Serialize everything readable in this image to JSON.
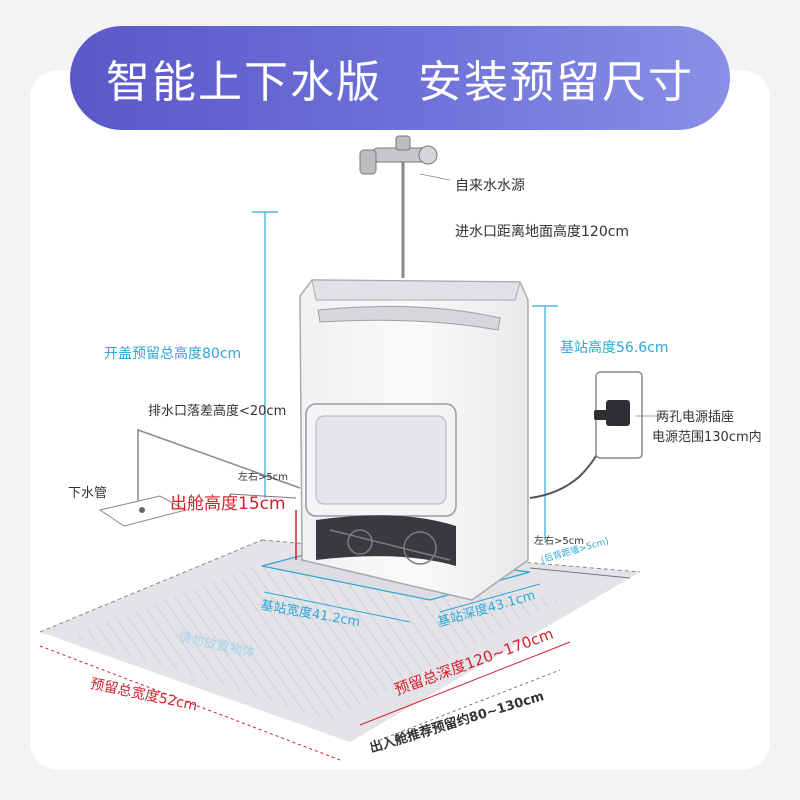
{
  "title": {
    "part1": "智能上下水版",
    "part2": "安装预留尺寸"
  },
  "labels": {
    "water_source": "自来水水源",
    "inlet_height": "进水口距离地面高度120cm",
    "lid_open_height": "开盖预留总高度80cm",
    "base_height": "基站高度56.6cm",
    "drain_drop": "排水口落差高度<20cm",
    "socket_line1": "两孔电源插座",
    "socket_line2": "电源范围130cm内",
    "side_clearance_left": "左右>5cm",
    "side_clearance_right": "左右>5cm",
    "drain_pipe": "下水管",
    "exit_height": "出舱高度15cm",
    "base_width": "基站宽度41.2cm",
    "base_depth": "基站深度43.1cm",
    "rear_gap": "(后背距墙>5cm)",
    "floor_text": "请勿放置物体",
    "total_depth": "预留总深度120~170cm",
    "total_width": "预留总宽度52cm",
    "exit_entry": "出入舱推荐预留约80~130cm"
  },
  "colors": {
    "banner_start": "#5b57c9",
    "banner_end": "#8a8fe6",
    "blue": "#2ea7d8",
    "red": "#d61f2a",
    "gray_text": "#333333"
  }
}
